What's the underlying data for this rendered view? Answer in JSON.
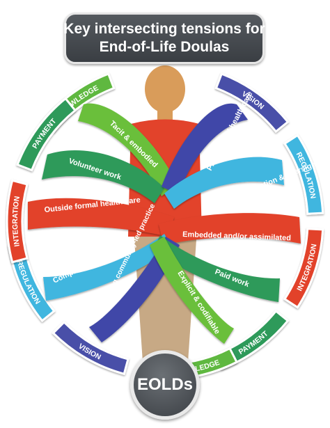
{
  "title": {
    "line1": "Key intersecting tensions for",
    "line2": "End-of-Life Doulas"
  },
  "center_badge": "EOLDs",
  "outer_segments": [
    {
      "label": "KNOWLEDGE",
      "color": "#5fb83f"
    },
    {
      "label": "VISION",
      "color": "#4a4fa8"
    },
    {
      "label": "REGULATION",
      "color": "#3fb6df"
    },
    {
      "label": "INTEGRATION",
      "color": "#e2432b"
    },
    {
      "label": "PAYMENT",
      "color": "#2e9a5a"
    },
    {
      "label": "KNOWLEDGE",
      "color": "#5fb83f"
    },
    {
      "label": "VISION",
      "color": "#4a4fa8"
    },
    {
      "label": "REGULATION",
      "color": "#3fb6df"
    },
    {
      "label": "INTEGRATION",
      "color": "#e2432b"
    },
    {
      "label": "PAYMENT",
      "color": "#2e9a5a"
    }
  ],
  "ribbons": [
    {
      "label": "Tacit & embodied",
      "color": "#6bbf3a"
    },
    {
      "label": "Professional health care role",
      "color": "#3f47a8"
    },
    {
      "label": "Volunteer work",
      "color": "#2e9a5a"
    },
    {
      "label": "Standardisation & oversight",
      "color": "#3fb6df"
    },
    {
      "label": "Outside formal health care",
      "color": "#e2432b"
    },
    {
      "label": "Embedded and/or assimilated",
      "color": "#e2432b"
    },
    {
      "label": "Complete autonomy",
      "color": "#3fb6df"
    },
    {
      "label": "Paid work",
      "color": "#2e9a5a"
    },
    {
      "label": "Empowering community-led practice",
      "color": "#3f47a8"
    },
    {
      "label": "Explicit & codifiable",
      "color": "#6bbf3a"
    }
  ],
  "colors": {
    "figure_skin": "#d99c5a",
    "figure_shirt": "#e2432b",
    "figure_pants": "#c7a985",
    "title_bg": "#474b50"
  }
}
